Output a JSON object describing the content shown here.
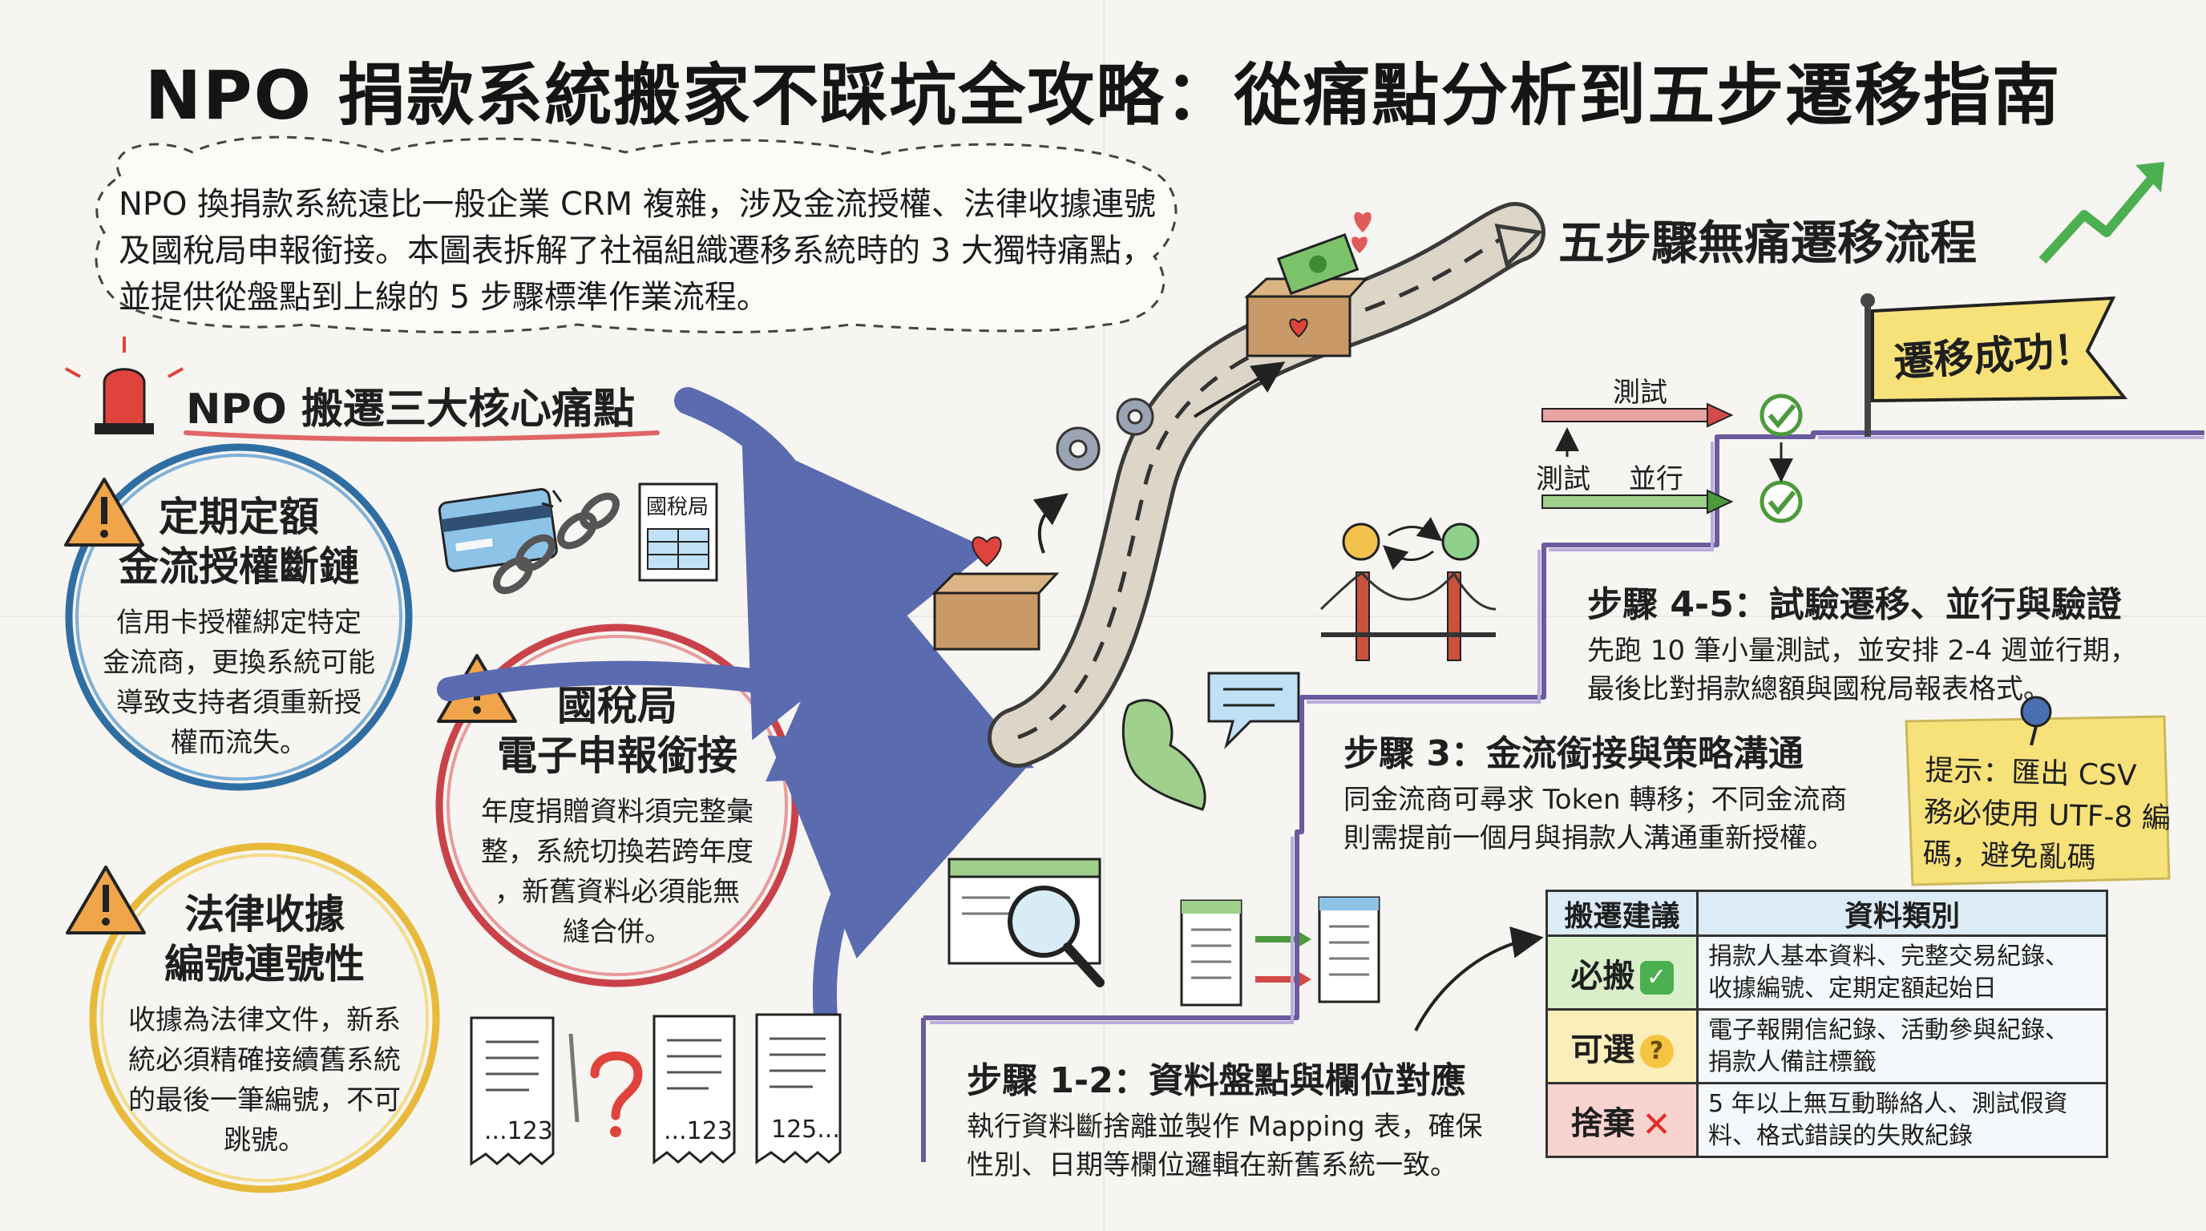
{
  "title": "NPO 捐款系統搬家不踩坑全攻略：從痛點分析到五步遷移指南",
  "intro_lines": [
    "NPO 換捐款系統遠比一般企業 CRM 複雜，涉及金流授權、法律收據連號",
    "及國稅局申報銜接。本圖表拆解了社福組織遷移系統時的 3 大獨特痛點，",
    "並提供從盤點到上線的 5 步驟標準作業流程。"
  ],
  "pain_points": {
    "heading": "NPO 搬遷三大核心痛點",
    "items": [
      {
        "title_lines": [
          "定期定額",
          "金流授權斷鏈"
        ],
        "body_lines": [
          "信用卡授權綁定特定",
          "金流商，更換系統可能",
          "導致支持者須重新授",
          "權而流失。"
        ]
      },
      {
        "title_lines": [
          "國稅局",
          "電子申報銜接"
        ],
        "body_lines": [
          "年度捐贈資料須完整彙",
          "整，系統切換若跨年度",
          "，新舊資料必須能無",
          "縫合併。"
        ]
      },
      {
        "title_lines": [
          "法律收據",
          "編號連號性"
        ],
        "body_lines": [
          "收據為法律文件，新系",
          "統必須精確接續舊系統",
          "的最後一筆編號，不可",
          "跳號。"
        ]
      }
    ]
  },
  "illustration_labels": {
    "tax_document": "國稅局",
    "receipt_1": "...123",
    "receipt_2": "...123",
    "receipt_3": "125..."
  },
  "flow": {
    "heading": "五步驟無痛遷移流程",
    "banner": "遷移成功！",
    "test_label": "測試",
    "test_label_2": "測試",
    "parallel_label": "並行",
    "steps": [
      {
        "title": "步驟 1-2：資料盤點與欄位對應",
        "desc_lines": [
          "執行資料斷捨離並製作 Mapping 表，確保",
          "性別、日期等欄位邏輯在新舊系統一致。"
        ]
      },
      {
        "title": "步驟 3：金流銜接與策略溝通",
        "desc_lines": [
          "同金流商可尋求 Token 轉移；不同金流商",
          "則需提前一個月與捐款人溝通重新授權。"
        ]
      },
      {
        "title": "步驟 4-5：試驗遷移、並行與驗證",
        "desc_lines": [
          "先跑 10 筆小量測試，並安排 2-4 週並行期，",
          "最後比對捐款總額與國稅局報表格式。"
        ]
      }
    ]
  },
  "tip_lines": [
    "提示：匯出 CSV",
    "務必使用 UTF-8 編",
    "碼，避免亂碼"
  ],
  "table": {
    "headers": [
      "搬遷建議",
      "資料類別"
    ],
    "rows": [
      {
        "level": "必搬",
        "mark": "✓",
        "lines": [
          "捐款人基本資料、完整交易紀錄、",
          "收據編號、定期定額起始日"
        ]
      },
      {
        "level": "可選",
        "mark": "?",
        "lines": [
          "電子報開信紀錄、活動參與紀錄、",
          "捐款人備註標籤"
        ]
      },
      {
        "level": "捨棄",
        "mark": "✕",
        "lines": [
          "5 年以上無互動聯絡人、測試假資",
          "料、格式錯誤的失敗紀錄"
        ]
      }
    ]
  },
  "colors": {
    "pain1_ring": "#2f6ea3",
    "pain2_ring": "#c9424a",
    "pain3_ring": "#e8b93a",
    "stair": "#6a5a9e",
    "accent_green": "#4c9a3c",
    "accent_red": "#d34a48",
    "tip_note": "#f7e27a"
  },
  "icons": [
    "alarm-icon",
    "warning-icon",
    "credit-card-icon",
    "broken-chain-icon",
    "tax-document-icon",
    "receipt-icon",
    "question-icon",
    "donation-box-icon",
    "gears-icon",
    "money-icon",
    "heart-icon",
    "bridge-icon",
    "currency-exchange-icon",
    "chat-bubble-icon",
    "browser-search-icon",
    "data-mapping-icon",
    "check-circle-icon",
    "flag-icon",
    "trend-arrow-icon",
    "pushpin-icon"
  ]
}
